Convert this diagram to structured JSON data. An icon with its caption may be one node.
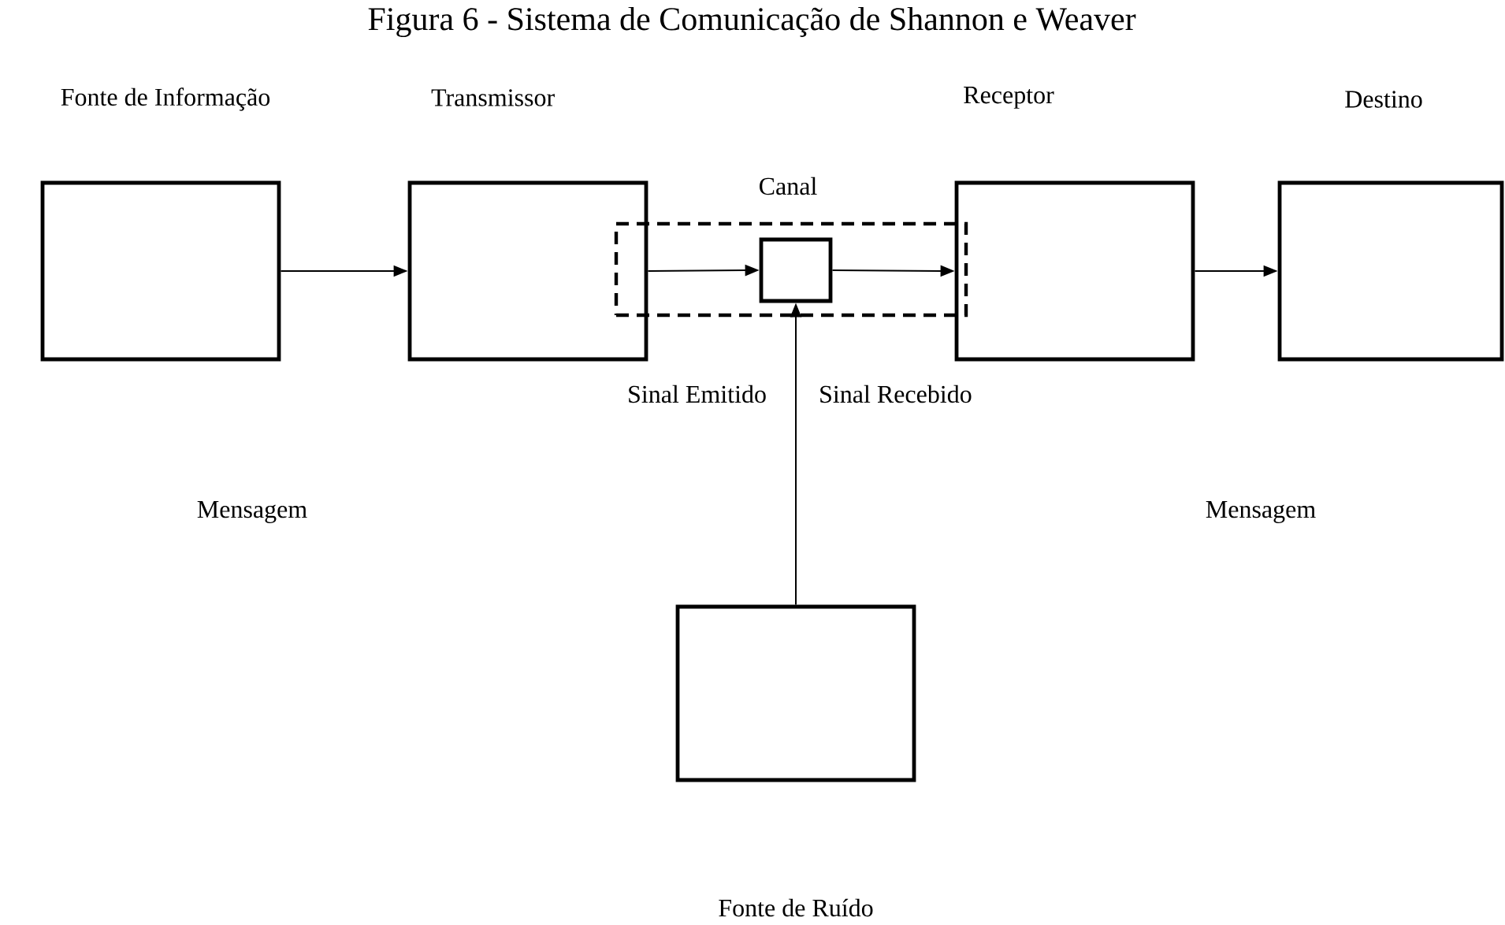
{
  "diagram": {
    "title": "Figura 6 - Sistema de Comunicação de Shannon e Weaver",
    "nodes": [
      {
        "text": [
          "Fonte de Informação"
        ]
      },
      {
        "text": [
          "Transmissor"
        ]
      },
      {
        "text": [
          "Canal"
        ]
      },
      {
        "text": [],
        "shape": "box",
        "in": 2
      },
      {
        "text": [
          "Receptor"
        ]
      },
      {
        "text": [
          "Destino"
        ]
      },
      {
        "text": [
          "Fonte de Ruído"
        ]
      }
    ],
    "edges": [
      {
        "from": 0,
        "to": 1,
        "arrow": "to"
      },
      {
        "from": 1,
        "to": 3,
        "arrow": "to"
      },
      {
        "from": 3,
        "to": 4,
        "arrow": "to"
      },
      {
        "from": 4,
        "to": 5,
        "arrow": "to"
      },
      {
        "from": 6,
        "to": 3,
        "arrow": "to"
      }
    ],
    "labels": [
      "Sinal Emitido",
      "Sinal Recebido",
      "Mensagem",
      "Mensagem"
    ]
  }
}
